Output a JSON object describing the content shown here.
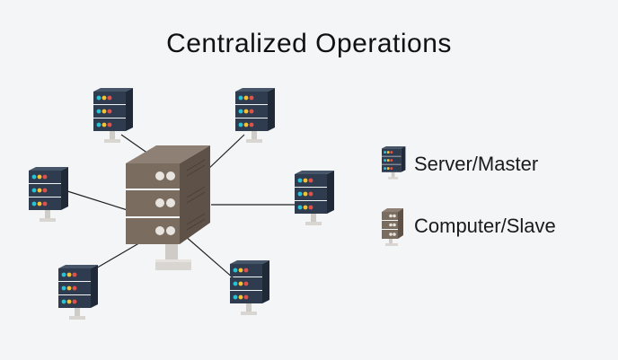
{
  "title": "Centralized Operations",
  "legend": {
    "server_label": "Server/Master",
    "computer_label": "Computer/Slave"
  },
  "colors": {
    "background": "#f4f5f7",
    "server_body": "#2f3c4f",
    "server_edge": "#1f2937",
    "hub_body": "#7b6c60",
    "hub_edge": "#5e5147",
    "stand": "#d9d6d2",
    "led_cyan": "#27c4d8",
    "led_yellow": "#f2c230",
    "led_red": "#e2504a",
    "line": "#222222"
  },
  "nodes": {
    "server_count": 6,
    "hub_count": 1
  }
}
